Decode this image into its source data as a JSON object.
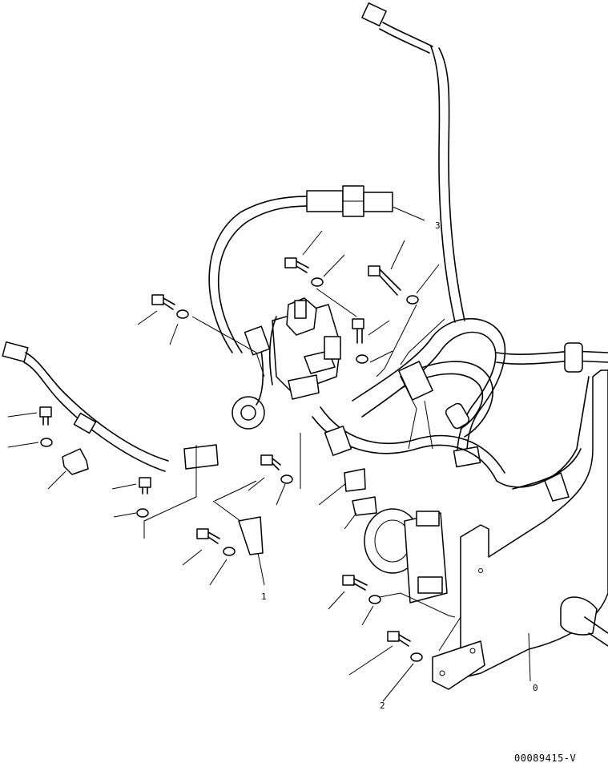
{
  "drawing": {
    "drawing_code": "00089415-V",
    "callout_labels": [
      "3",
      "1",
      "0",
      "2"
    ]
  }
}
